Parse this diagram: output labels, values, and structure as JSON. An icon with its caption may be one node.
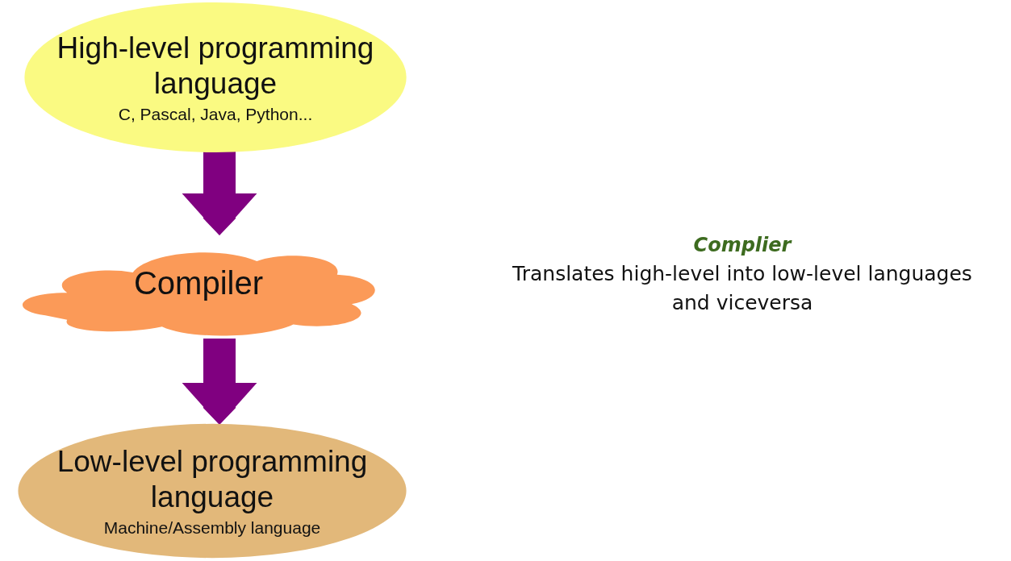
{
  "diagram": {
    "nodes": [
      {
        "text": [
          "High-level programming language",
          "C, Pascal, Java, Python..."
        ]
      },
      {
        "text": [
          "Compiler"
        ]
      },
      {
        "text": [
          "Low-level programming language",
          "Machine/Assembly language"
        ]
      }
    ],
    "edges": [
      {
        "from": 0,
        "to": 1,
        "arrow": "to"
      },
      {
        "from": 1,
        "to": 2,
        "arrow": "to"
      }
    ],
    "labels": [
      "Complier",
      "Translates high-level into low-level languages and viceversa"
    ]
  }
}
